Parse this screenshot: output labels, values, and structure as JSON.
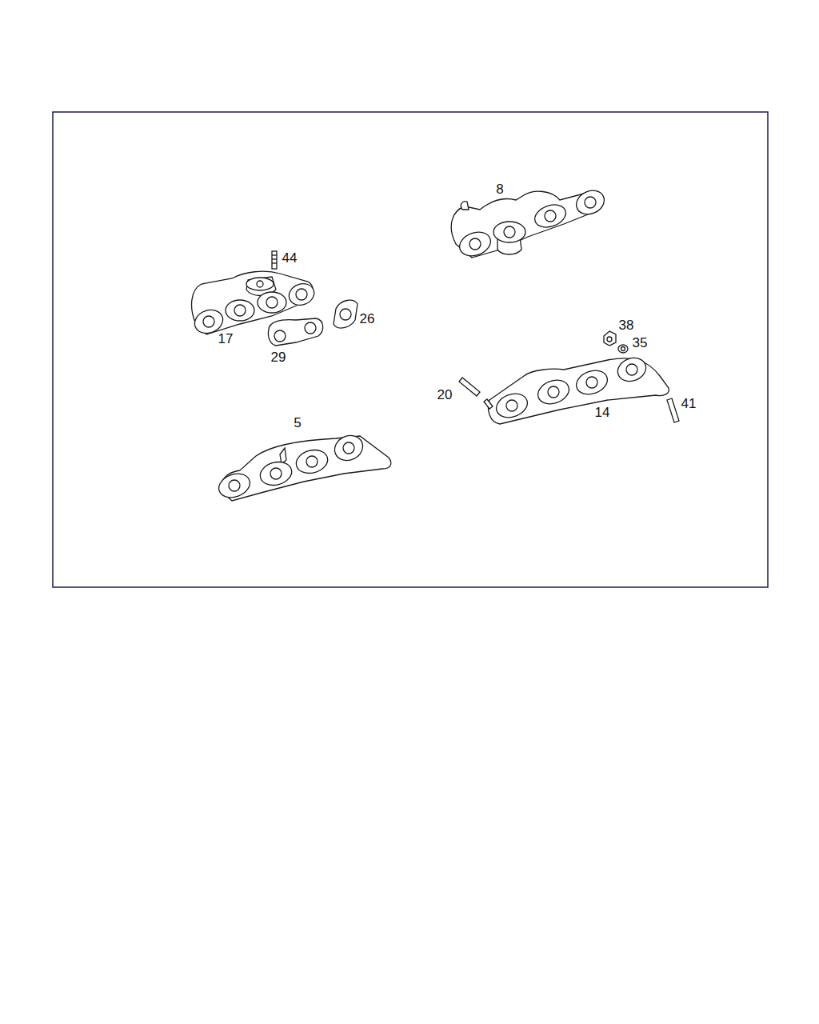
{
  "diagram": {
    "labels": [
      "8",
      "44",
      "26",
      "38",
      "17",
      "35",
      "29",
      "20",
      "41",
      "14",
      "5"
    ]
  }
}
